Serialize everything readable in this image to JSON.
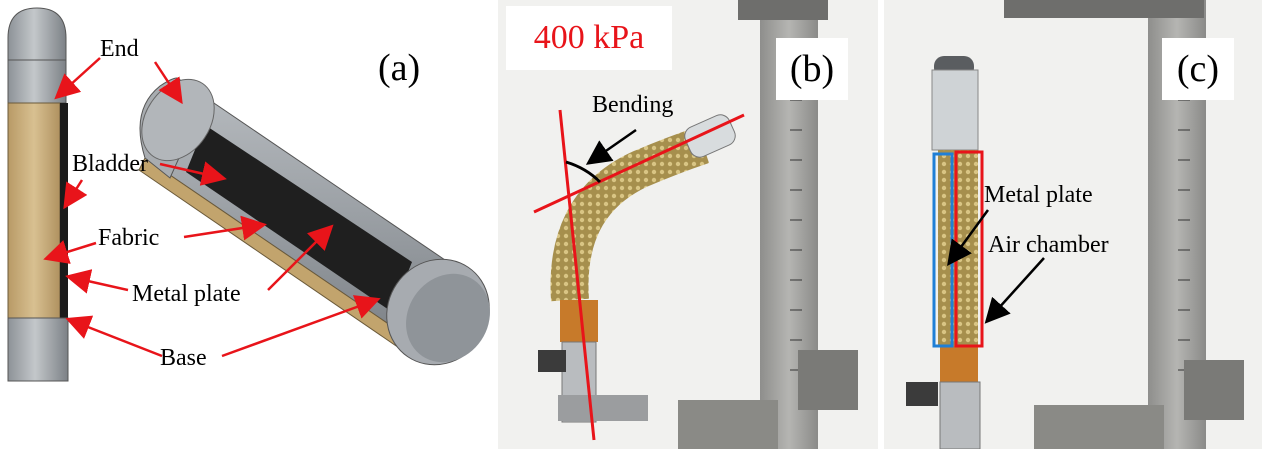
{
  "panel_a": {
    "tag": "(a)",
    "labels": {
      "end": "End",
      "bladder": "Bladder",
      "fabric": "Fabric",
      "metal_plate": "Metal plate",
      "base": "Base"
    }
  },
  "panel_b": {
    "tag": "(b)",
    "pressure": "400 kPa",
    "bending": "Bending"
  },
  "panel_c": {
    "tag": "(c)",
    "metal_plate": "Metal plate",
    "air_chamber": "Air chamber"
  },
  "colors": {
    "annotation_red": "#e8141a",
    "metal_plate_outline": "#1f7fd6",
    "fabric": "#c9ad7c",
    "bladder": "#1b1b1b",
    "cap_gray": "#9aa0a5"
  }
}
